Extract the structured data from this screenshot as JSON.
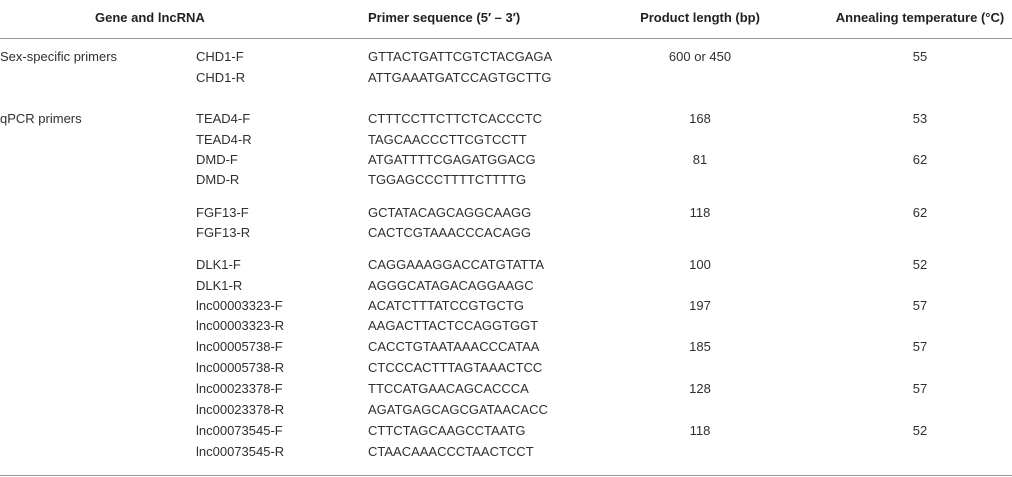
{
  "headers": {
    "gene": "Gene and lncRNA",
    "primer": "Primer sequence (5′ – 3′)",
    "length": "Product length (bp)",
    "temp": "Annealing temperature (°C)"
  },
  "groups": [
    {
      "label": "Sex-specific primers",
      "rows": [
        {
          "name": "CHD1-F",
          "seq": "GTTACTGATTCGTCTACGAGA",
          "length": "600 or 450",
          "temp": "55"
        },
        {
          "name": "CHD1-R",
          "seq": "ATTGAAATGATCCAGTGCTTG",
          "length": "",
          "temp": ""
        }
      ]
    },
    {
      "label": "qPCR primers",
      "rows": [
        {
          "name": "TEAD4-F",
          "seq": "CTTTCCTTCTTCTCACCCTC",
          "length": "168",
          "temp": "53"
        },
        {
          "name": "TEAD4-R",
          "seq": "TAGCAACCCTTCGTCCTT",
          "length": "",
          "temp": ""
        },
        {
          "name": "DMD-F",
          "seq": "ATGATTTTCGAGATGGACG",
          "length": "81",
          "temp": "62"
        },
        {
          "name": "DMD-R",
          "seq": "TGGAGCCCTTTTCTTTTG",
          "length": "",
          "temp": ""
        },
        {
          "name": "FGF13-F",
          "seq": "GCTATACAGCAGGCAAGG",
          "length": "118",
          "temp": "62"
        },
        {
          "name": "FGF13-R",
          "seq": "CACTCGTAAACCCACAGG",
          "length": "",
          "temp": ""
        },
        {
          "name": "DLK1-F",
          "seq": "CAGGAAAGGACCATGTATTA",
          "length": "100",
          "temp": "52"
        },
        {
          "name": "DLK1-R",
          "seq": "AGGGCATAGACAGGAAGC",
          "length": "",
          "temp": ""
        },
        {
          "name": "lnc00003323-F",
          "seq": "ACATCTTTATCCGTGCTG",
          "length": "197",
          "temp": "57"
        },
        {
          "name": "lnc00003323-R",
          "seq": "AAGACTTACTCCAGGTGGT",
          "length": "",
          "temp": ""
        },
        {
          "name": "lnc00005738-F",
          "seq": "CACCTGTAATAAACCCATAA",
          "length": "185",
          "temp": "57"
        },
        {
          "name": "lnc00005738-R",
          "seq": "CTCCCACTTTAGTAAACTCC",
          "length": "",
          "temp": ""
        },
        {
          "name": "lnc00023378-F",
          "seq": "TTCCATGAACAGCACCCA",
          "length": "128",
          "temp": "57"
        },
        {
          "name": "lnc00023378-R",
          "seq": "AGATGAGCAGCGATAACACC",
          "length": "",
          "temp": ""
        },
        {
          "name": "lnc00073545-F",
          "seq": "CTTCTAGCAAGCCTAATG",
          "length": "118",
          "temp": "52"
        },
        {
          "name": "lnc00073545-R",
          "seq": "CTAACAAACCCTAACTCCT",
          "length": "",
          "temp": ""
        }
      ]
    }
  ]
}
